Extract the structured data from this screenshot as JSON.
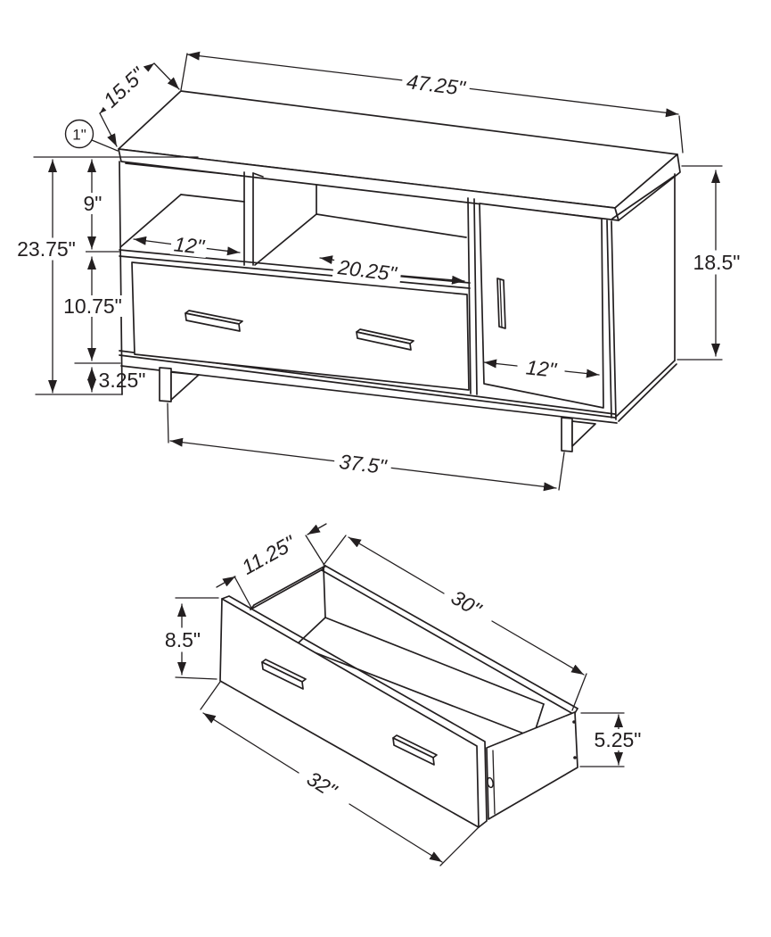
{
  "diagram": {
    "type": "furniture-dimension-drawing",
    "background_color": "#ffffff",
    "line_color": "#231f20",
    "views": [
      "tv-stand-front-isometric",
      "drawer-isometric"
    ]
  },
  "stand": {
    "top_width": "47.25\"",
    "top_depth": "15.5\"",
    "top_thickness": "1\"",
    "opening_height": "9\"",
    "overall_height": "23.75\"",
    "drawer_front_height": "10.75\"",
    "leg_height": "3.25\"",
    "left_opening_width": "12\"",
    "middle_opening_width": "20.25\"",
    "door_width": "12\"",
    "side_height": "18.5\"",
    "footprint_width": "37.5\""
  },
  "drawer": {
    "depth": "11.25\"",
    "back_length": "30\"",
    "front_height": "8.5\"",
    "front_width": "32\"",
    "side_height": "5.25\""
  }
}
